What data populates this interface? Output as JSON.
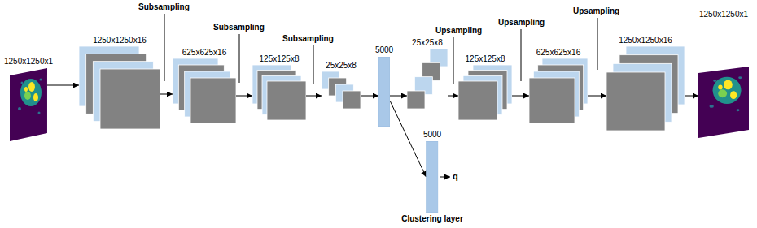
{
  "diagram": {
    "nodes": [
      {
        "text": [
          "1250x1250x1"
        ]
      },
      {
        "text": [
          "1250x1250x16"
        ]
      },
      {
        "text": [
          "625x625x16"
        ]
      },
      {
        "text": [
          "125x125x8"
        ]
      },
      {
        "text": [
          "25x25x8"
        ]
      },
      {
        "text": [
          "5000"
        ]
      },
      {
        "text": [
          "5000",
          "Clustering layer"
        ]
      },
      {
        "text": [
          "25x25x8"
        ]
      },
      {
        "text": [
          "125x125x8"
        ]
      },
      {
        "text": [
          "625x625x16"
        ]
      },
      {
        "text": [
          "1250x1250x16"
        ]
      },
      {
        "text": [
          "1250x1250x1"
        ]
      }
    ],
    "edges": [
      {
        "from": 0,
        "to": 1,
        "arrow": "to"
      },
      {
        "from": 1,
        "to": 2,
        "arrow": "to"
      },
      {
        "from": 2,
        "to": 3,
        "arrow": "to"
      },
      {
        "from": 3,
        "to": 4,
        "arrow": "to"
      },
      {
        "from": 4,
        "to": 5,
        "arrow": "to"
      },
      {
        "from": 5,
        "to": 7,
        "arrow": "to"
      },
      {
        "from": 5,
        "to": 6,
        "arrow": "to"
      },
      {
        "from": 7,
        "to": 8,
        "arrow": "to"
      },
      {
        "from": 8,
        "to": 9,
        "arrow": "to"
      },
      {
        "from": 9,
        "to": 10,
        "arrow": "to"
      },
      {
        "from": 10,
        "to": 11,
        "arrow": "to"
      }
    ],
    "labels": [
      "Subsampling",
      "Subsampling",
      "Subsampling",
      "Upsampling",
      "Upsampling",
      "Upsampling",
      "q"
    ]
  }
}
